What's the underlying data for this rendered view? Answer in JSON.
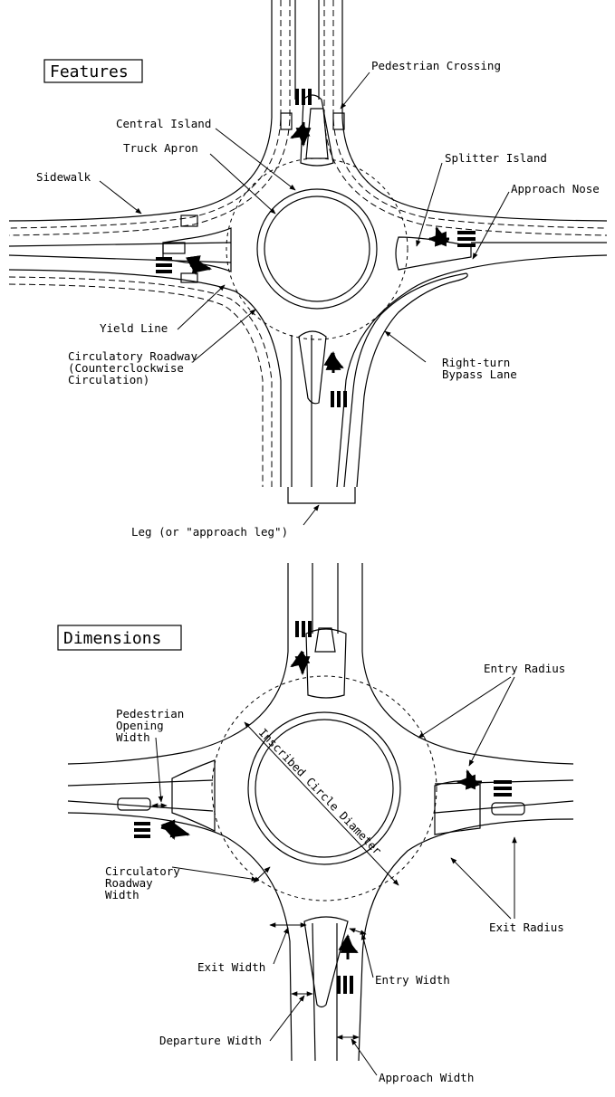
{
  "features": {
    "title": "Features",
    "labels": {
      "pedestrian_crossing": "Pedestrian Crossing",
      "central_island": "Central Island",
      "truck_apron": "Truck Apron",
      "sidewalk": "Sidewalk",
      "splitter_island": "Splitter Island",
      "approach_nose": "Approach Nose",
      "yield_line": "Yield Line",
      "circulatory_roadway": [
        "Circulatory Roadway",
        "(Counterclockwise",
        "Circulation)"
      ],
      "right_turn_bypass": [
        "Right-turn",
        "Bypass Lane"
      ],
      "leg": "Leg (or \"approach leg\")"
    }
  },
  "dimensions": {
    "title": "Dimensions",
    "labels": {
      "entry_radius": "Entry Radius",
      "pedestrian_opening_width": [
        "Pedestrian",
        "Opening",
        "Width"
      ],
      "inscribed_circle_diameter": "Inscribed Circle Diameter",
      "circulatory_roadway_width": [
        "Circulatory",
        "Roadway",
        "Width"
      ],
      "exit_radius": "Exit Radius",
      "exit_width": "Exit Width",
      "entry_width": "Entry Width",
      "departure_width": "Departure Width",
      "approach_width": "Approach Width"
    }
  },
  "icons": [
    "arrowhead-icon",
    "through-left-arrow-icon",
    "yield-marking-icon"
  ]
}
